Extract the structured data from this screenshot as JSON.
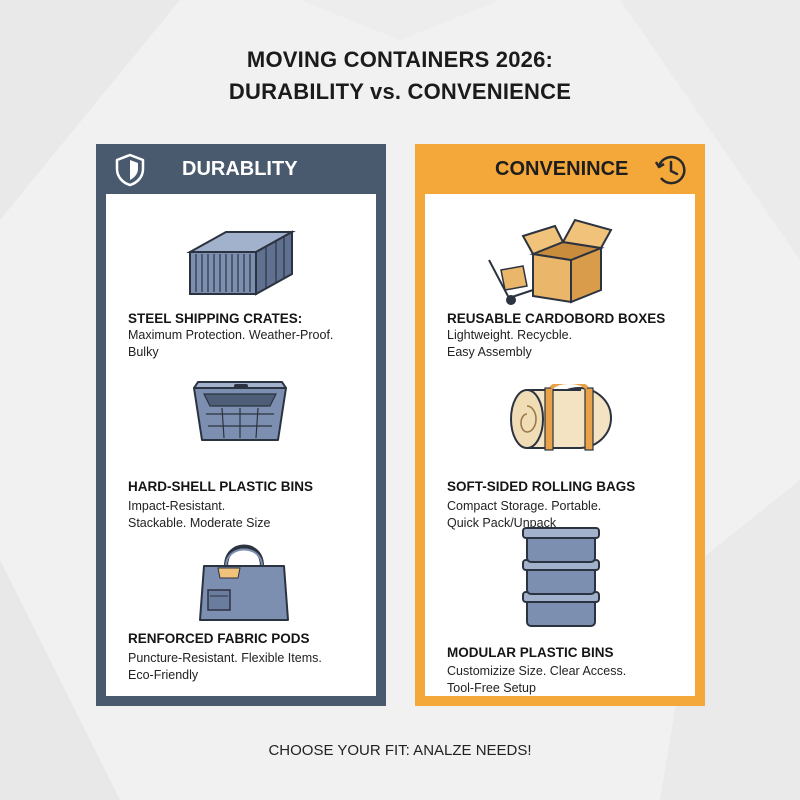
{
  "title": {
    "line1": "MOVING CONTAINERS 2026:",
    "line2": "DURABILITY vs. CONVENIENCE"
  },
  "colors": {
    "durability_panel": "#4a5a6e",
    "convenience_panel": "#f4a83a",
    "background": "#f1f1f1",
    "icon_blue": "#7d8fb0",
    "box_tan": "#e9b66a"
  },
  "durability": {
    "heading": "DURABLITY",
    "icon": "shield-icon",
    "items": [
      {
        "name": "STEEL SHIPPING CRATES:",
        "desc1": "Maximum Protection. Weather-Proof.",
        "desc2": "Bulky",
        "icon": "shipping-container-icon"
      },
      {
        "name": "HARD-SHELL PLASTIC BINS",
        "desc1": "Impact-Resistant.",
        "desc2": "Stackable. Moderate Size",
        "icon": "plastic-bin-icon"
      },
      {
        "name": "RENFORCED FABRIC PODS",
        "desc1": "Puncture-Resistant. Flexible Items.",
        "desc2": "Eco-Friendly",
        "icon": "fabric-pod-icon"
      }
    ]
  },
  "convenience": {
    "heading": "CONVENINCE",
    "icon": "clock-icon",
    "items": [
      {
        "name": "REUSABLE CARDOBORD BOXES",
        "desc1": "Lightweight. Recycble.",
        "desc2": "Easy Assembly",
        "icon": "cardboard-box-dolly-icon"
      },
      {
        "name": "SOFT-SIDED ROLLING BAGS",
        "desc1": "Compact Storage. Portable.",
        "desc2": "Quick Pack/Unpack",
        "icon": "rolling-bag-icon"
      },
      {
        "name": "MODULAR PLASTIC BINS",
        "desc1": "Customizize Size. Clear Access.",
        "desc2": "Tool-Free Setup",
        "icon": "stacked-bins-icon"
      }
    ]
  },
  "footer": "CHOOSE YOUR FIT: ANALZE NEEDS!"
}
